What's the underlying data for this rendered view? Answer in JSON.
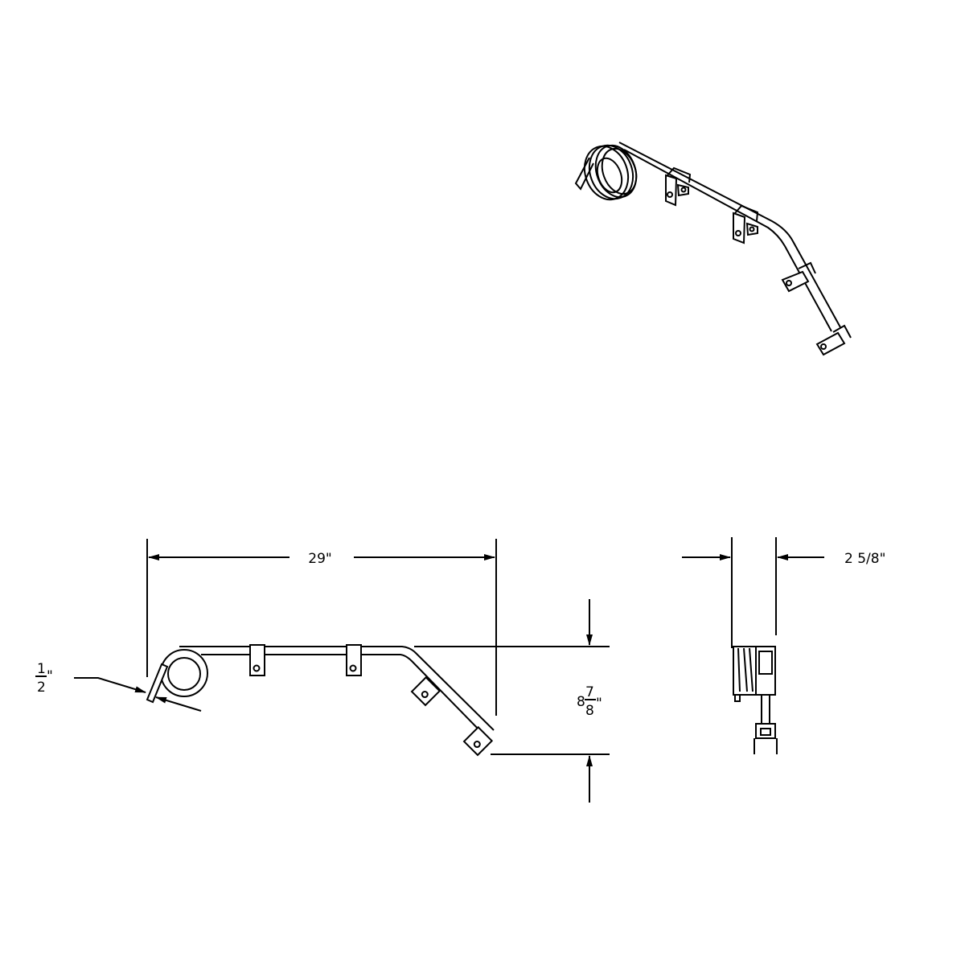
{
  "dimensions": {
    "overall_length": "29\"",
    "side_width": "2 5/8\"",
    "height": {
      "whole": "8",
      "numerator": "7",
      "denominator": "8",
      "unit": "\""
    },
    "tine_thickness": {
      "numerator": "1",
      "denominator": "2",
      "unit": "\""
    }
  },
  "colors": {
    "line": "#000000",
    "background": "#ffffff"
  }
}
